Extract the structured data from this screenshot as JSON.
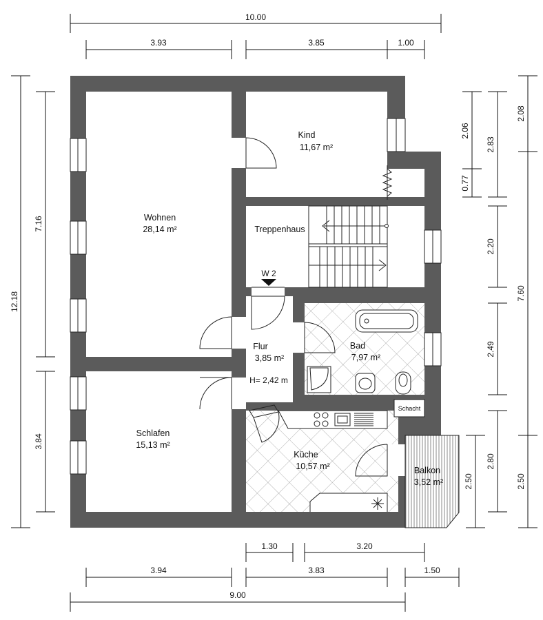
{
  "dimensions": {
    "top_overall": "10.00",
    "top_1": "3.93",
    "top_2": "3.85",
    "top_3": "1.00",
    "left_outer": "12.18",
    "left_upper": "7.16",
    "left_lower": "3.84",
    "right_a1": "2.06",
    "right_a2": "0.77",
    "right_b1": "2.83",
    "right_b2": "2.20",
    "right_b3": "2.49",
    "right_b4": "2.80",
    "right_c1": "2.08",
    "right_c2": "7.60",
    "right_c3": "2.50",
    "right_balcony": "2.50",
    "bottom_1": "1.30",
    "bottom_2": "3.20",
    "bottom_3": "3.94",
    "bottom_4": "3.83",
    "bottom_5": "1.50",
    "bottom_overall": "9.00"
  },
  "rooms": {
    "wohnen": {
      "name": "Wohnen",
      "area": "28,14 m²"
    },
    "kind": {
      "name": "Kind",
      "area": "11,67 m²"
    },
    "treppenhaus": {
      "name": "Treppenhaus"
    },
    "flur": {
      "name": "Flur",
      "area": "3,85 m²",
      "height": "H= 2,42 m"
    },
    "bad": {
      "name": "Bad",
      "area": "7,97 m²"
    },
    "schlafen": {
      "name": "Schlafen",
      "area": "15,13 m²"
    },
    "kueche": {
      "name": "Küche",
      "area": "10,57 m²"
    },
    "balkon": {
      "name": "Balkon",
      "area": "3,52 m²"
    },
    "schacht": {
      "name": "Schacht"
    }
  },
  "markers": {
    "entrance": "W 2"
  }
}
